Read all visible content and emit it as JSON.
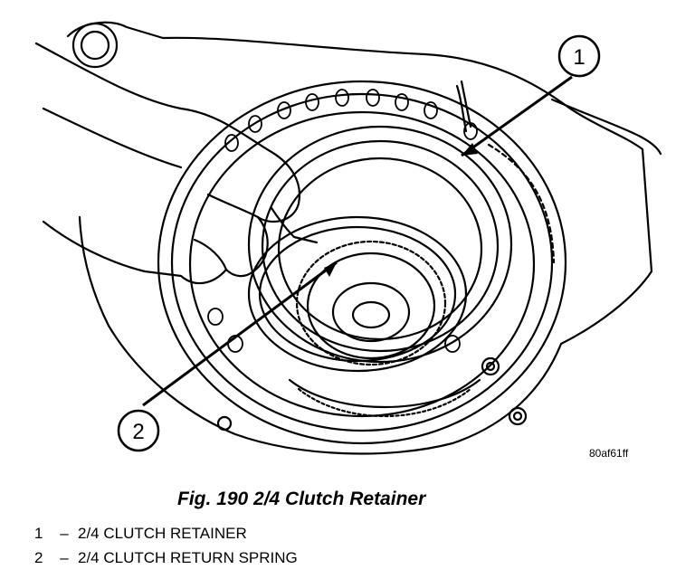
{
  "callouts": [
    {
      "number": "1"
    },
    {
      "number": "2"
    }
  ],
  "figure_code": "80af61ff",
  "caption": "Fig. 190 2/4 Clutch Retainer",
  "legend": [
    {
      "number": "1",
      "separator": "–",
      "label": "2/4 CLUTCH RETAINER"
    },
    {
      "number": "2",
      "separator": "–",
      "label": "2/4 CLUTCH RETURN SPRING"
    }
  ]
}
